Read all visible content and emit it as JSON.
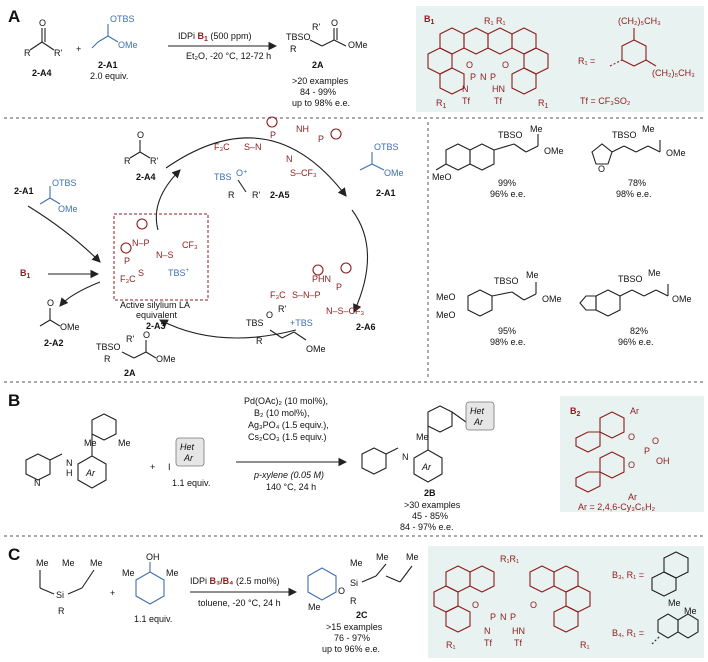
{
  "colors": {
    "red": "#8e1c1c",
    "blue": "#3f6fb0",
    "panel_bg": "#e8f2f0",
    "text": "#111111"
  },
  "panels": {
    "a": "A",
    "b": "B",
    "c": "C"
  },
  "a": {
    "sub1": "2-A4",
    "nuc_otbs": "OTBS",
    "nuc_ome": "OMe",
    "nuc_label": "2-A1",
    "nuc_equiv": "2.0 equiv.",
    "plus": "+",
    "cat_pre": "IDPi ",
    "cat_b": "B",
    "cat_sub": "1",
    "cat_post": " (500 ppm)",
    "cond": "Et₂O, -20 °C, 12-72 h",
    "prod_tbso": "TBSO",
    "prod_r": "R'",
    "prod_rr": "R",
    "prod_ome": "OMe",
    "prod_label": "2A",
    "stats": [
      ">20 examples",
      "84 - 99%",
      "up to 98% e.e."
    ],
    "b1_tag": "B",
    "b1_sub": "1",
    "b1_r1": "R",
    "b1_r1sub": "1",
    "b1_rr": "R₁ R₁",
    "b1_o": "O",
    "b1_p": "P",
    "b1_n": "N",
    "b1_hn": "HN",
    "b1_tf": "Tf",
    "b1_r1_eq": "R₁ =",
    "b1_c6a": "(CH₂)₅CH₃",
    "b1_c6b": "(CH₂)₅CH₃",
    "b1_tf_def": "Tf = CF₃SO₂",
    "cycle": {
      "a4_label": "2-A4",
      "a5_label": "2-A5",
      "a6_label": "2-A6",
      "a1_label": "2-A1",
      "a1_left": "2-A1",
      "b1": "B",
      "b1_sub": "1",
      "a2_label": "2-A2",
      "a3_label": "2-A3",
      "la_line1": "Active silylium LA",
      "la_line2": "equivalent",
      "tbs_plus": "TBS",
      "cf3": "CF₃",
      "f3c": "F₃C",
      "tbs": "TBS",
      "prod_label": "2A",
      "otbs": "OTBS",
      "ome": "OMe",
      "r": "R",
      "rr": "R'"
    },
    "examples": [
      {
        "yield": "99%",
        "ee": "96% e.e."
      },
      {
        "yield": "78%",
        "ee": "98% e.e."
      },
      {
        "yield": "95%",
        "ee": "98% e.e."
      },
      {
        "yield": "82%",
        "ee": "96% e.e."
      }
    ],
    "ex_tbso": "TBSO",
    "ex_me": "Me",
    "ex_ome": "OMe",
    "ex_meo": "MeO"
  },
  "b": {
    "cond": [
      "Pd(OAc)₂ (10 mol%),",
      "B₂ (10 mol%),",
      "Ag₃PO₄ (1.5 equiv.),",
      "Cs₂CO₃ (1.5 equiv.)"
    ],
    "solvent": "p-xylene (0.05 M)",
    "temp": "140 °C, 24 h",
    "reagent_equiv": "1.1 equiv.",
    "het": "Het",
    "ar": "Ar",
    "me": "Me",
    "nh": "N",
    "h": "H",
    "prod_label": "2B",
    "stats": [
      ">30 examples",
      "45 - 85%",
      "84 - 97% e.e."
    ],
    "b2_tag": "B",
    "b2_sub": "2",
    "b2_ar": "Ar",
    "b2_o": "O",
    "b2_p": "P",
    "b2_oh": "OH",
    "b2_def": "Ar = 2,4,6-Cy₃C₆H₂"
  },
  "c": {
    "si_me": "Me",
    "si": "Si",
    "si_r": "R",
    "phenol_oh": "OH",
    "phenol_me": "Me",
    "equiv": "1.1 equiv.",
    "cat_pre": "IDPi ",
    "cat_b": "B₃/B₄",
    "cat_post": " (2.5 mol%)",
    "cond": "toluene, -20 °C, 24 h",
    "prod_label": "2C",
    "prod_o": "O",
    "stats": [
      ">15 examples",
      "76 - 97%",
      "up to 96% e.e."
    ],
    "b3_label": "B₃, R₁ =",
    "b4_label": "B₄, R₁ =",
    "b4_me": "Me",
    "rr": "R₁R₁",
    "r1": "R₁",
    "tf": "Tf",
    "hn": "HN",
    "n": "N",
    "p": "P",
    "o": "O"
  }
}
